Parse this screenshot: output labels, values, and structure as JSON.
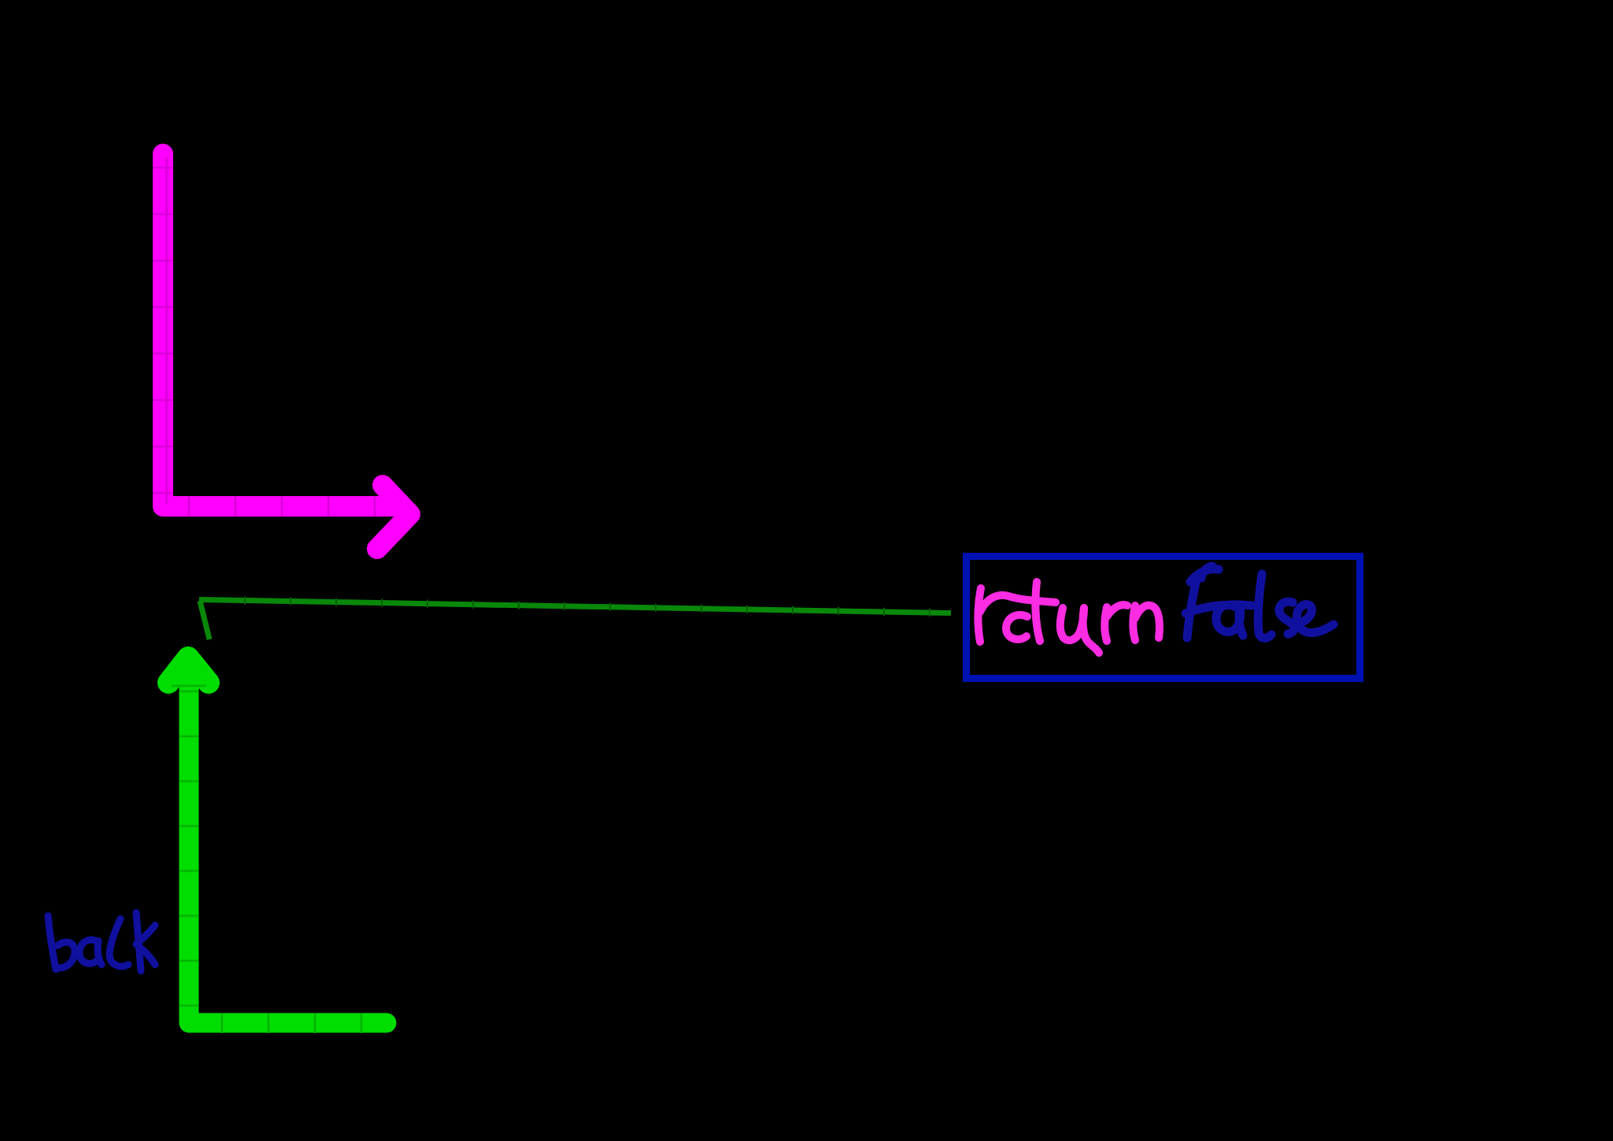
{
  "page": {
    "background_color": "#000000"
  },
  "box": {
    "return_label": "return",
    "false_label": "False",
    "border_color": "#0011b3",
    "return_color": "#fb2ce2",
    "false_color": "#10109f"
  },
  "back_note": {
    "text": "back",
    "color": "#10109f"
  },
  "strokes": {
    "magenta_arrow_color": "#ff00ff",
    "lime_arrow_color": "#00dd00",
    "green_line_color": "#098809"
  }
}
